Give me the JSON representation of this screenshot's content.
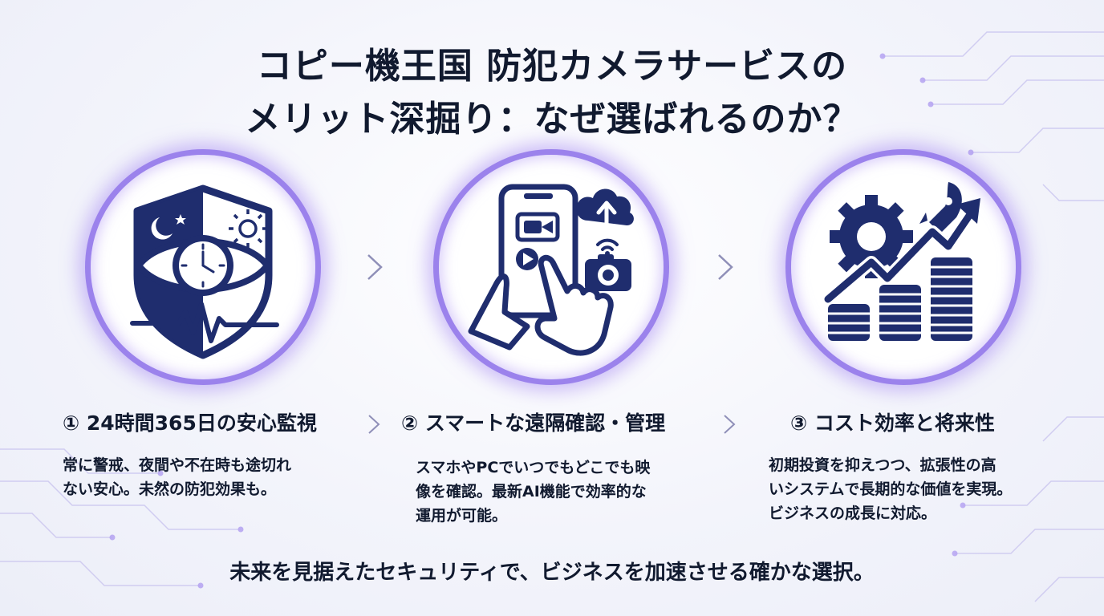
{
  "title": {
    "line1": "コピー機王国 防犯カメラサービスの",
    "line2": "メリット深掘り：なぜ選ばれるのか？"
  },
  "features": [
    {
      "heading": "① 24時間365日の安心監視",
      "lines": [
        "常に警戒、夜間や不在時も途切れ",
        "ない安心。未然の防犯効果も。"
      ],
      "icon": "shield-eye-clock-icon"
    },
    {
      "heading": "② スマートな遠隔確認・管理",
      "lines": [
        "スマホやPCでいつでもどこでも映",
        "像を確認。最新AI機能で効率的な",
        "運用が可能。"
      ],
      "icon": "smartphone-camera-cloud-icon"
    },
    {
      "heading": "③ コスト効率と将来性",
      "lines": [
        "初期投資を抑えつつ、拡張性の高",
        "いシステムで長期的な価値を実現。",
        "ビジネスの成長に対応。"
      ],
      "icon": "gear-rocket-growth-coins-icon"
    }
  ],
  "tagline": "未来を見据えたセキュリティで、ビジネスを加速させる確かな選択。",
  "colors": {
    "icon_navy": "#1f2d6e",
    "ring_purple": "#9b82ec",
    "glow_purple": "#a88cf2",
    "text": "#111a2f"
  }
}
